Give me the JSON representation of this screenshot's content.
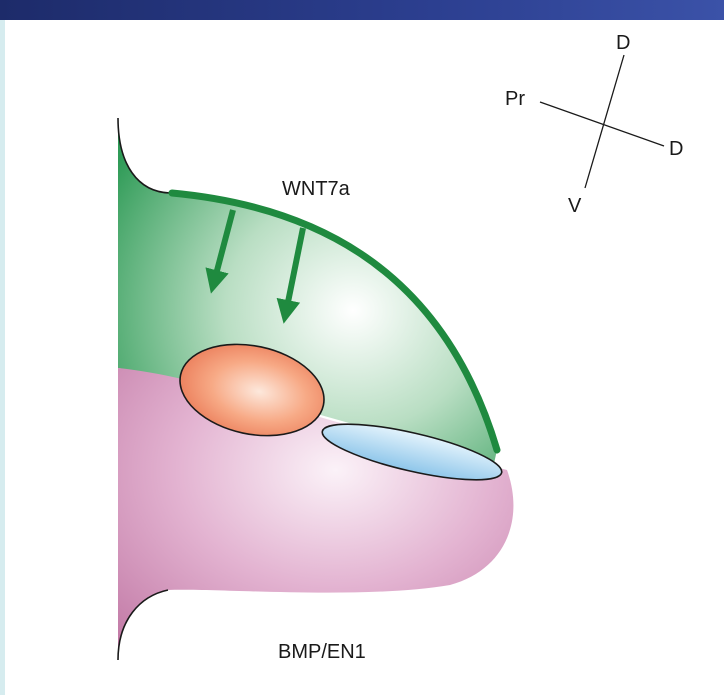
{
  "figure": {
    "labels": {
      "dorsal_signal": "WNT7a",
      "ventral_signal": "BMP/EN1"
    },
    "axes": {
      "top": "D",
      "left": "Pr",
      "right": "D",
      "bottom": "V"
    },
    "colors": {
      "dorsal_ectoderm": "#2b9a4f",
      "ventral_ectoderm": "#c97aa8",
      "progress_zone": "#f08a66",
      "aer": "#a9d3ee",
      "frame_bar": "#24357a"
    }
  }
}
